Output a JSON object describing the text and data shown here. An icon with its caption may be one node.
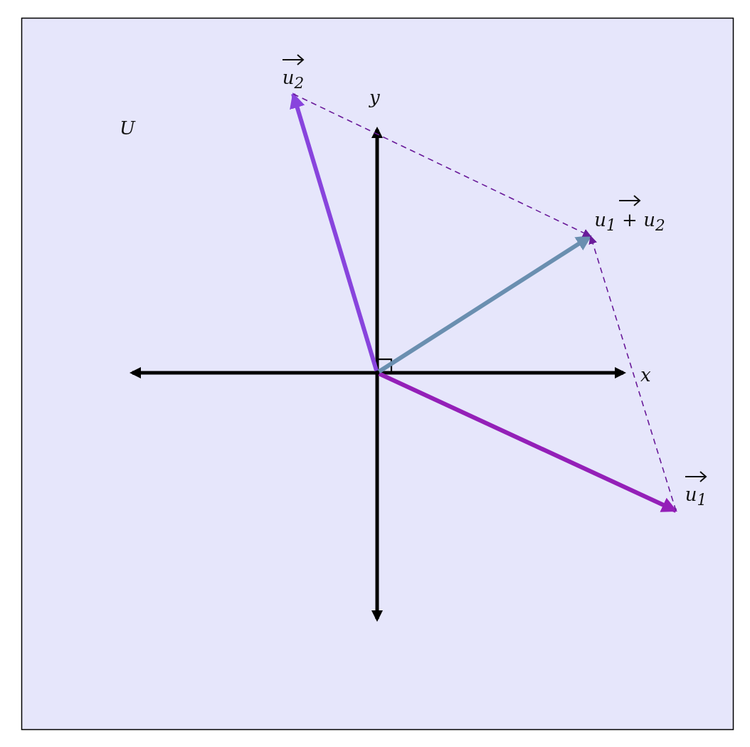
{
  "diagram": {
    "nodes": [
      {
        "text": [],
        "shape": "point"
      },
      {
        "text": [
          "u$_{1}$"
        ]
      },
      {
        "text": [
          "u$_{2}$"
        ]
      },
      {
        "text": [
          "u$_{1}$ + u$_{2}$"
        ]
      }
    ],
    "edges": [
      {
        "from": 0,
        "to": 1,
        "arrow": "to",
        "color": "#9420b8"
      },
      {
        "from": 0,
        "to": 2,
        "arrow": "to",
        "color": "#8844dd"
      },
      {
        "from": 0,
        "to": 3,
        "arrow": "to",
        "color": "#6a8fb0"
      },
      {
        "from": 2,
        "to": 3,
        "arrow": "to",
        "style": "dashed",
        "color": "#6a1b9a"
      },
      {
        "from": 1,
        "to": 3,
        "arrow": "to",
        "style": "dashed",
        "color": "#6a1b9a"
      }
    ],
    "labels": [
      "U",
      "y",
      "x"
    ]
  }
}
